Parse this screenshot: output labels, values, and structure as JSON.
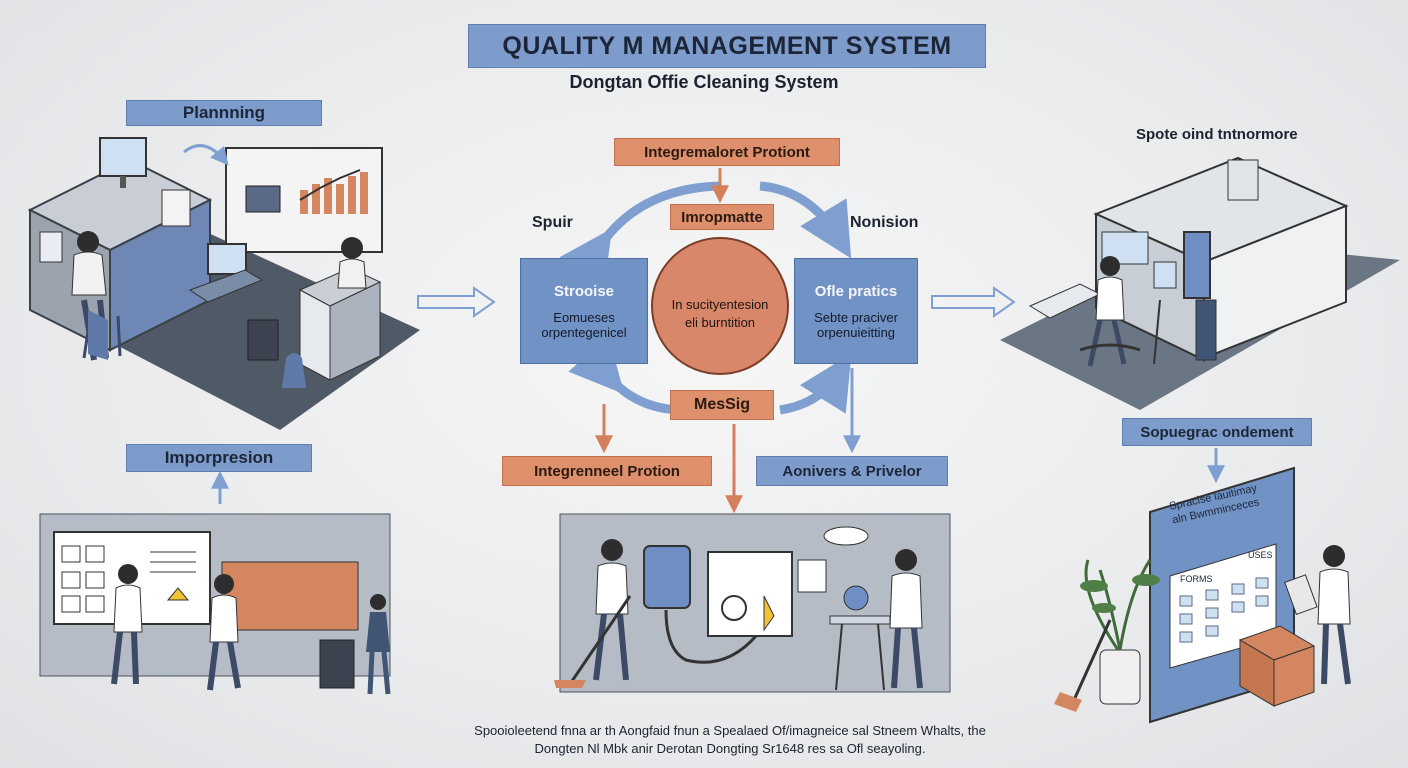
{
  "header": {
    "title": "QUALITY M MANAGEMENT SYSTEM",
    "subtitle": "Dongtan Offie Cleaning System"
  },
  "left": {
    "planning": "Plannning",
    "impression": "Imporpresion"
  },
  "center": {
    "top_label": "Integremaloret Protiont",
    "inner_top": "Imropmatte",
    "left_side": "Spuir",
    "right_side": "Nonision",
    "left_box": {
      "title": "Strooise",
      "line1": "Eomueses",
      "line2": "orpentegenicel"
    },
    "circle": {
      "line1": "In sucityentesion",
      "line2": "eli burntition"
    },
    "right_box": {
      "title": "Ofle pratics",
      "line1": "Sebte praciver",
      "line2": "orpenuieitting"
    },
    "bottom_inner": "MesSig",
    "bottom_left": "Integrenneel Protion",
    "bottom_right": "Aonivers & Privelor"
  },
  "right": {
    "top_caption": "Spote oind tntnormore",
    "label": "Sopuegrac ondement",
    "board_line1": "Spracise lauitimay",
    "board_line2": "aln Bwmminceces",
    "board_left": "FORMS",
    "board_right": "USES"
  },
  "footer": {
    "line1": "Spooioleetend fnna ar th Aongfaid fnun a Spealaed Of/imagneice sal Stneem Whalts, the",
    "line2": "Dongten Nl Mbk anir Derotan Dongting Sr1648 res sa Ofl seayoling."
  },
  "colors": {
    "blue": "#7e9ccb",
    "blue_box": "#7192c4",
    "orange": "#de8f6b",
    "circle": "#d9876a",
    "arrow_blue": "#7f9fd0",
    "arrow_orange": "#d67f5b"
  }
}
